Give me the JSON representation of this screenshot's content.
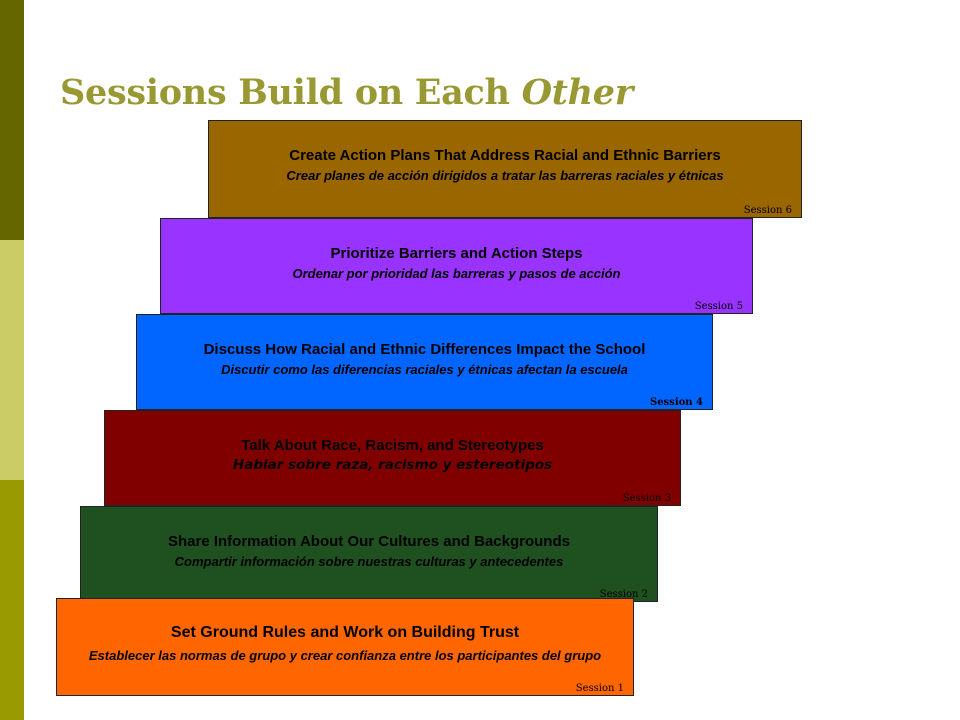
{
  "title": {
    "main": "Sessions Build on Each ",
    "emph": "Other"
  },
  "steps": [
    {
      "en": "Create Action Plans That Address Racial and Ethnic Barriers",
      "es": "Crear planes de acción dirigidos a tratar las barreras raciales y étnicas",
      "session": "Session 6"
    },
    {
      "en": "Prioritize Barriers and Action Steps",
      "es": "Ordenar por prioridad las barreras y pasos de acción",
      "session": "Session 5"
    },
    {
      "en": "Discuss How Racial and Ethnic Differences Impact the School",
      "es": "Discutir como las diferencias raciales y étnicas afectan la escuela",
      "session": "Session 4"
    },
    {
      "en": "Talk About Race, Racism, and Stereotypes",
      "es": "Hablar sobre raza, racismo y estereotipos",
      "session": "Session 3"
    },
    {
      "en": "Share Information About Our Cultures and Backgrounds",
      "es": "Compartir información sobre nuestras culturas  y antecedentes",
      "session": "Session 2"
    },
    {
      "en": "Set Ground Rules and Work on Building Trust",
      "es": "Establecer las normas de grupo y crear confianza entre los participantes del grupo",
      "session": "Session 1"
    }
  ],
  "colors": {
    "title": "#999933",
    "session6": "#996600",
    "session5": "#9933ff",
    "session4": "#0066ff",
    "session3": "#800000",
    "session2": "#1f5020",
    "session1": "#ff6600",
    "sidebar_dark": "#666600",
    "sidebar_light": "#cccc66",
    "sidebar_mid": "#999900"
  }
}
